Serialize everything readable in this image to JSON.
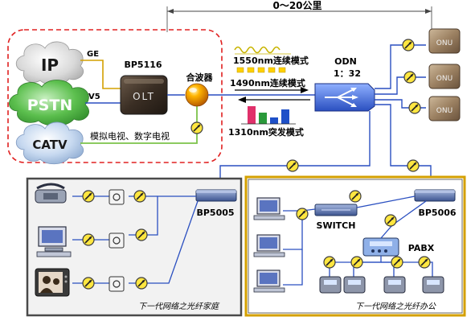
{
  "distance": "0～20公里",
  "services": {
    "ip": "IP",
    "pstn": "PSTN",
    "catv": "CATV"
  },
  "links": {
    "ge": "GE",
    "v5": "V5",
    "analog_tv": "模拟电视、数字电视"
  },
  "olt": {
    "model": "BP5116",
    "face": "OLT"
  },
  "combiner": "合波器",
  "wavelengths": {
    "w1550": "1550nm连续模式",
    "w1490": "1490nm连续模式",
    "w1310": "1310nm突发模式"
  },
  "odn": {
    "title": "ODN",
    "ratio": "1：32"
  },
  "onu_face": "ONU",
  "home": {
    "device": "BP5005",
    "caption": "下一代网络之光纤家庭"
  },
  "office": {
    "device": "BP5006",
    "switch": "SWITCH",
    "pabx": "PABX",
    "caption": "下一代网络之光纤办公"
  },
  "colors": {
    "pstn_cloud": "#3a9a3a",
    "dashed_border": "#e02020",
    "office_border": "#d4a000"
  }
}
